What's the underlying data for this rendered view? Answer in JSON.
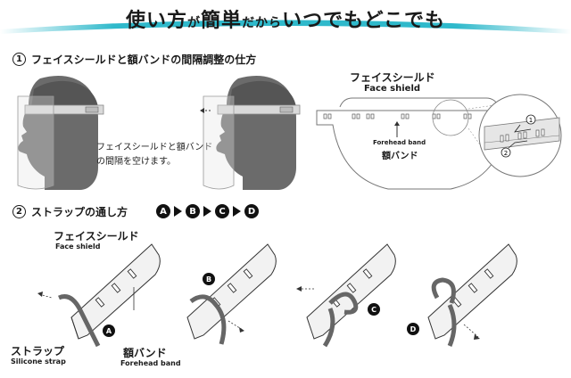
{
  "banner": {
    "title_part1": "使い方",
    "title_small1": "が",
    "title_part2": "簡単",
    "title_small2": "だから",
    "title_part3": "いつでもどこでも",
    "accent_color": "#29b8c9"
  },
  "section1": {
    "number": "1",
    "title": "フェイスシールドと額バンドの間隔調整の仕方",
    "note_line1": "フェイスシールドと額バンド",
    "note_line2": "の間隔を空けます。",
    "diagram": {
      "shield_jp": "フェイスシールド",
      "shield_en": "Face shield",
      "band_en": "Forehead band",
      "band_jp": "額バンド",
      "callout1": "1",
      "callout2": "2"
    }
  },
  "section2": {
    "number": "2",
    "title": "ストラップの通し方",
    "steps": [
      "A",
      "B",
      "C",
      "D"
    ],
    "labels": {
      "shield_jp": "フェイスシールド",
      "shield_en": "Face shield",
      "strap_jp": "ストラップ",
      "strap_en": "Silicone strap",
      "band_jp": "額バンド",
      "band_en": "Forehead band"
    },
    "badges": [
      "A",
      "B",
      "C",
      "D"
    ]
  },
  "icons": [
    "head-profile-icon",
    "arrow-left-icon",
    "arrow-right-icon",
    "triangle-right-icon"
  ]
}
